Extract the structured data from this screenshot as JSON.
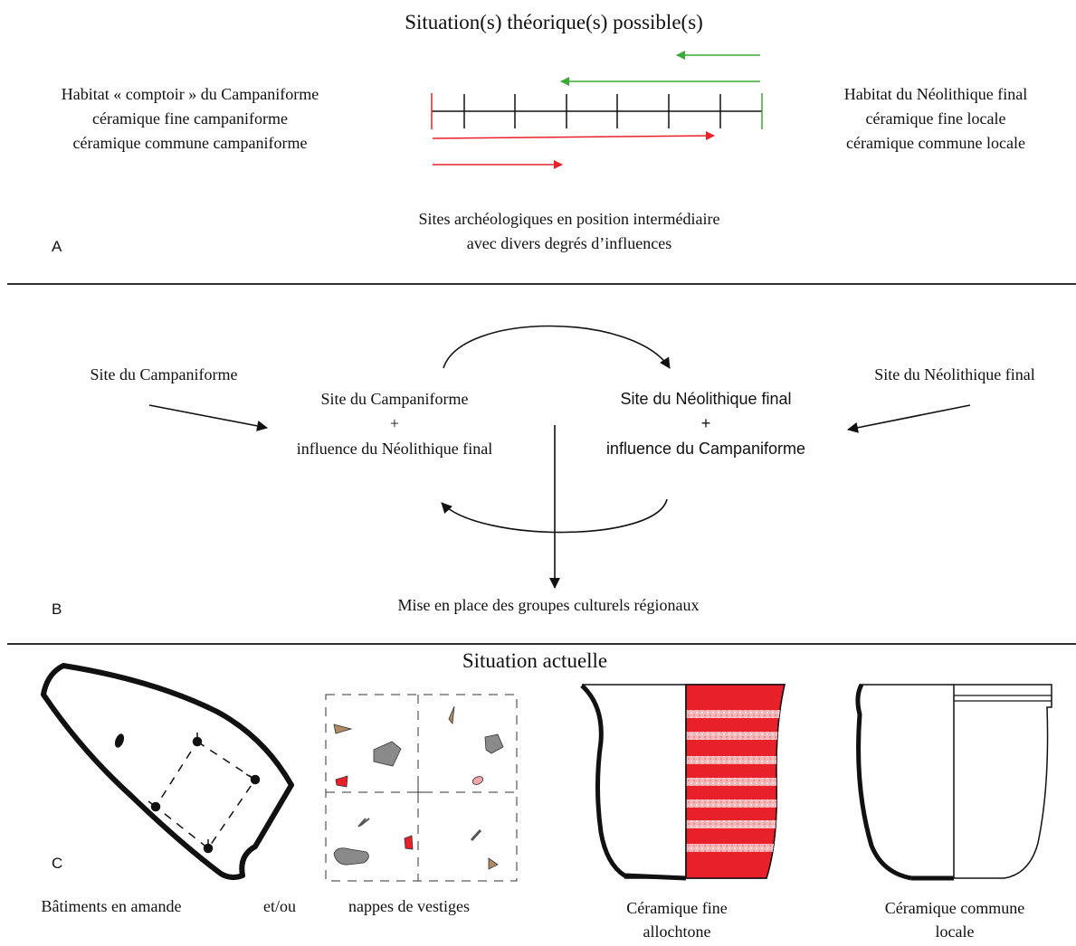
{
  "section_a": {
    "title": "Situation(s) théorique(s) possible(s)",
    "left_lines": [
      "Habitat « comptoir » du Campaniforme",
      "céramique fine campaniforme",
      "céramique commune campaniforme"
    ],
    "right_lines": [
      "Habitat du Néolithique final",
      "céramique fine locale",
      "céramique commune locale"
    ],
    "bottom_lines": [
      "Sites archéologiques en position intermédiaire",
      "avec divers degrés d’influences"
    ],
    "letter": "A",
    "colors": {
      "campaniforme": "#e8202a",
      "neolithique": "#3aaa35"
    }
  },
  "section_b": {
    "left_outer": "Site du Campaniforme",
    "right_outer": "Site du Néolithique final",
    "left_inner": [
      "Site du Campaniforme",
      "+",
      "influence du Néolithique final"
    ],
    "right_inner": [
      "Site du Néolithique final",
      "+",
      "influence du Campaniforme"
    ],
    "bottom": "Mise en place des groupes culturels régionaux",
    "letter": "B"
  },
  "section_c": {
    "title": "Situation actuelle",
    "letter": "C",
    "captions": {
      "batiments": "Bâtiments en amande",
      "etou": "et/ou",
      "nappes": "nappes de vestiges",
      "fine": [
        "Céramique fine",
        "allochtone"
      ],
      "commune": [
        "Céramique commune",
        "locale"
      ]
    },
    "colors": {
      "red": "#e8202a",
      "grey": "#8a8a8a",
      "tan": "#b08a63",
      "pink": "#f2a5aa"
    }
  }
}
